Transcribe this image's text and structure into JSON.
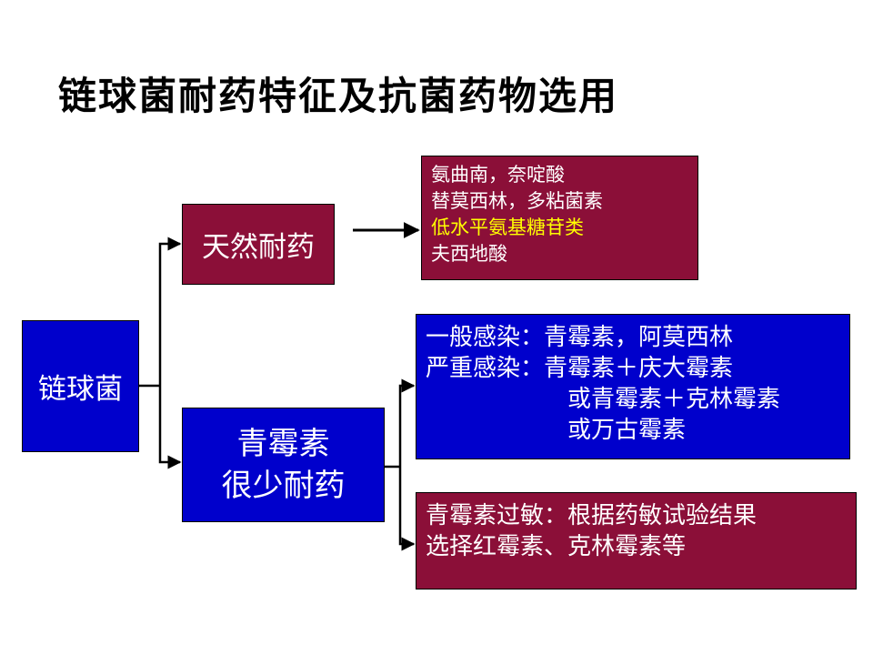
{
  "title": "链球菌耐药特征及抗菌药物选用",
  "root": {
    "label": "链球菌"
  },
  "natural_resistance": {
    "label": "天然耐药",
    "drugs": [
      "氨曲南，奈啶酸",
      "替莫西林，多粘菌素",
      "低水平氨基糖苷类",
      "夫西地酸"
    ],
    "highlight_color": "#ffff00"
  },
  "penicillin": {
    "line1": "青霉素",
    "line2": "很少耐药"
  },
  "treatment": {
    "lines": [
      "一般感染：青霉素，阿莫西林",
      "严重感染：青霉素＋庆大霉素",
      "或青霉素＋克林霉素",
      "或万古霉素"
    ]
  },
  "allergy": {
    "lines": [
      "青霉素过敏：根据药敏试验结果",
      "选择红霉素、克林霉素等"
    ]
  },
  "colors": {
    "blue": "#0000cc",
    "maroon": "#8b0f38",
    "text": "#ffffff"
  }
}
